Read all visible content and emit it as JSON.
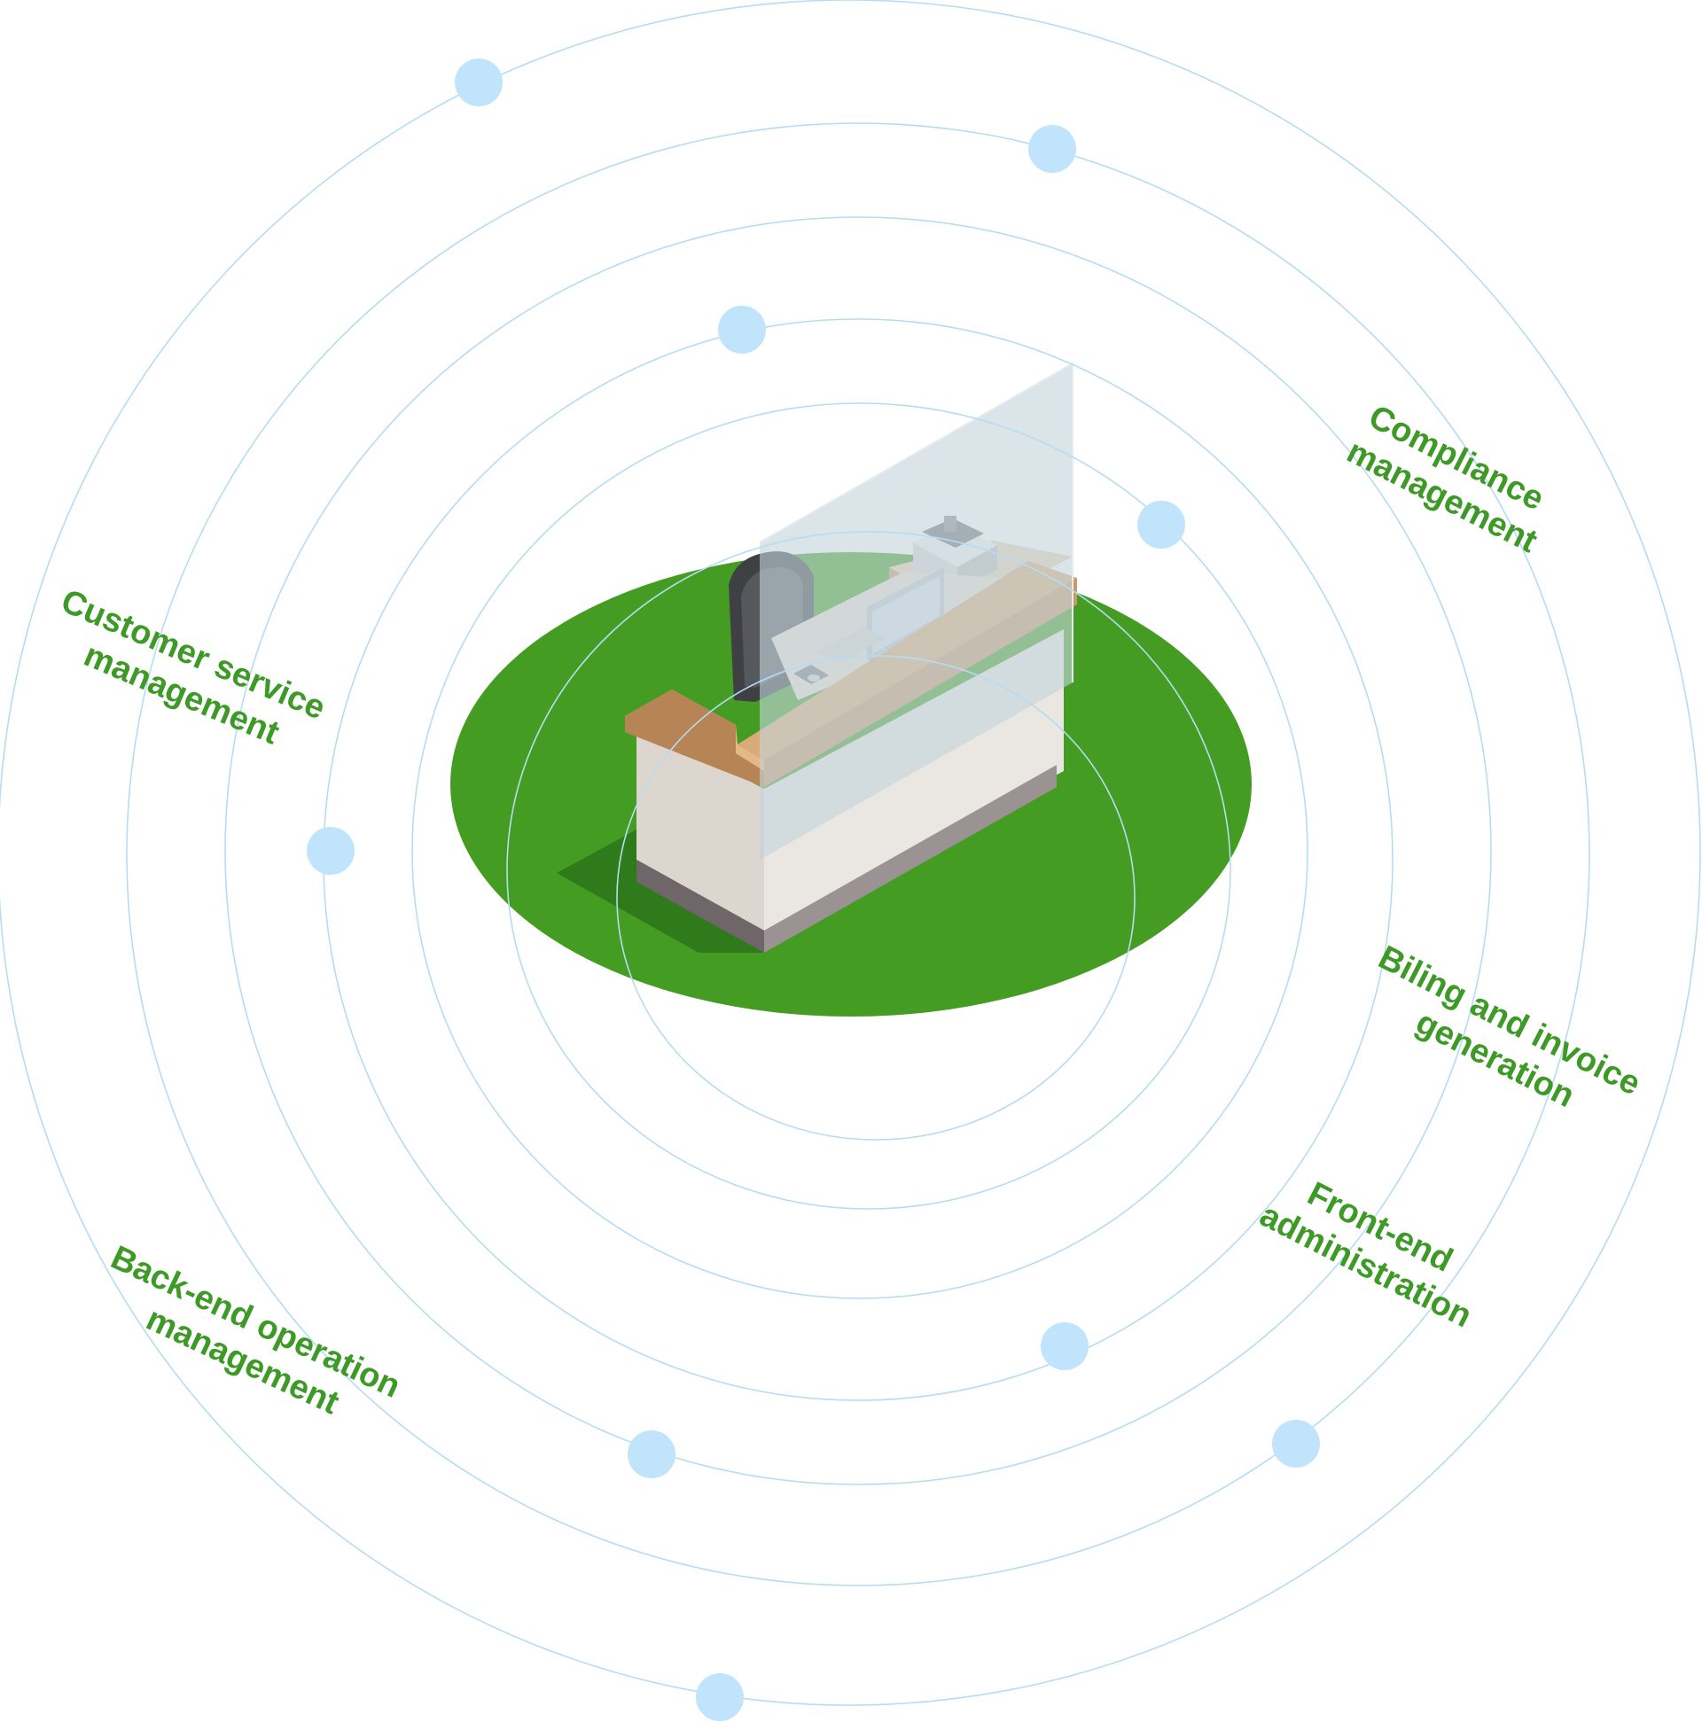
{
  "diagram": {
    "labels": {
      "compliance": [
        "Compliance",
        "management"
      ],
      "customer_service": [
        "Customer service",
        "management"
      ],
      "billing": [
        "Biling and invoice",
        "generation"
      ],
      "front_end": [
        "Front-end",
        "administration"
      ],
      "back_end": [
        "Back-end operation",
        "management"
      ]
    },
    "colors": {
      "label_green": "#3e9a26",
      "platform_green": "#449d22",
      "orbit_line": "#b5dcf3",
      "orbit_dot": "#bfe4fb",
      "counter_wood": "#d9a36c",
      "counter_body": "#e6e2dc",
      "screen_glass": "#c3d3dc"
    },
    "icons": {
      "center": "reception-desk-icon",
      "node": "orbit-dot-icon"
    }
  }
}
